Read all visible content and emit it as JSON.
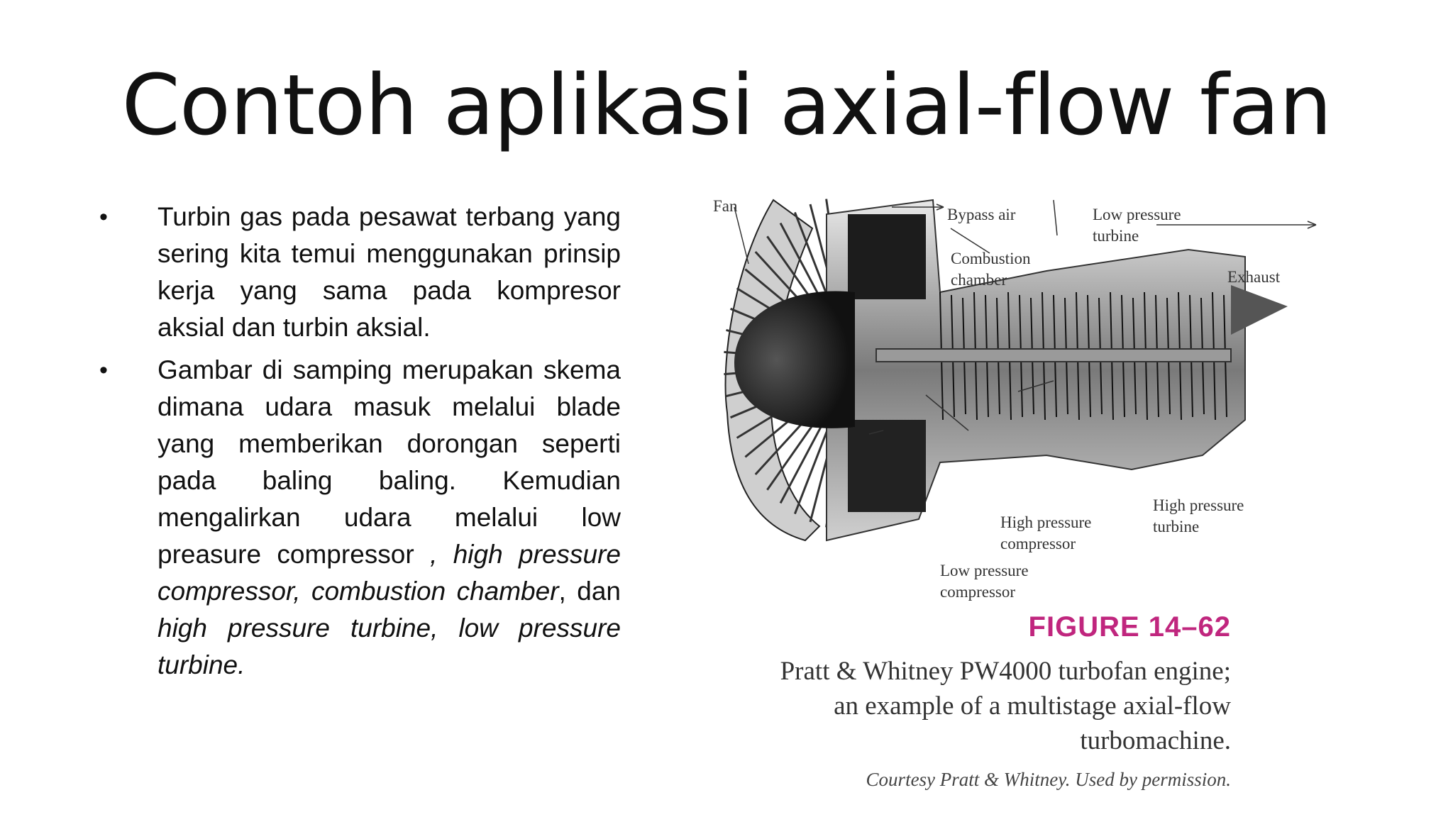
{
  "title": "Contoh aplikasi axial-flow fan",
  "bullet_marker": "•",
  "bullets": [
    {
      "text": "Turbin gas pada pesawat terbang yang sering kita temui menggunakan prinsip kerja yang sama pada kompresor aksial dan turbin aksial."
    },
    {
      "text_plain": "Gambar di samping merupakan skema dimana udara masuk melalui blade yang memberikan dorongan seperti pada baling baling. Kemudian mengalirkan udara melalui low preasure compressor ",
      "text_italic": ", high pressure compressor, combustion chamber",
      "text_sep": ", dan ",
      "text_italic2": "high pressure turbine, low pressure turbine."
    }
  ],
  "figure": {
    "labels": {
      "fan": "Fan",
      "bypass_air": "Bypass air",
      "low_pressure_turbine": "Low pressure turbine",
      "combustion_chamber": "Combustion chamber",
      "exhaust": "Exhaust",
      "high_pressure_compressor": "High pressure compressor",
      "high_pressure_turbine": "High pressure turbine",
      "low_pressure_compressor": "Low pressure compressor"
    },
    "number": "FIGURE 14–62",
    "caption": "Pratt & Whitney PW4000 turbofan engine; an example of a multistage axial-flow turbomachine.",
    "courtesy": "Courtesy Pratt & Whitney. Used by permission.",
    "number_color": "#c0267e"
  }
}
